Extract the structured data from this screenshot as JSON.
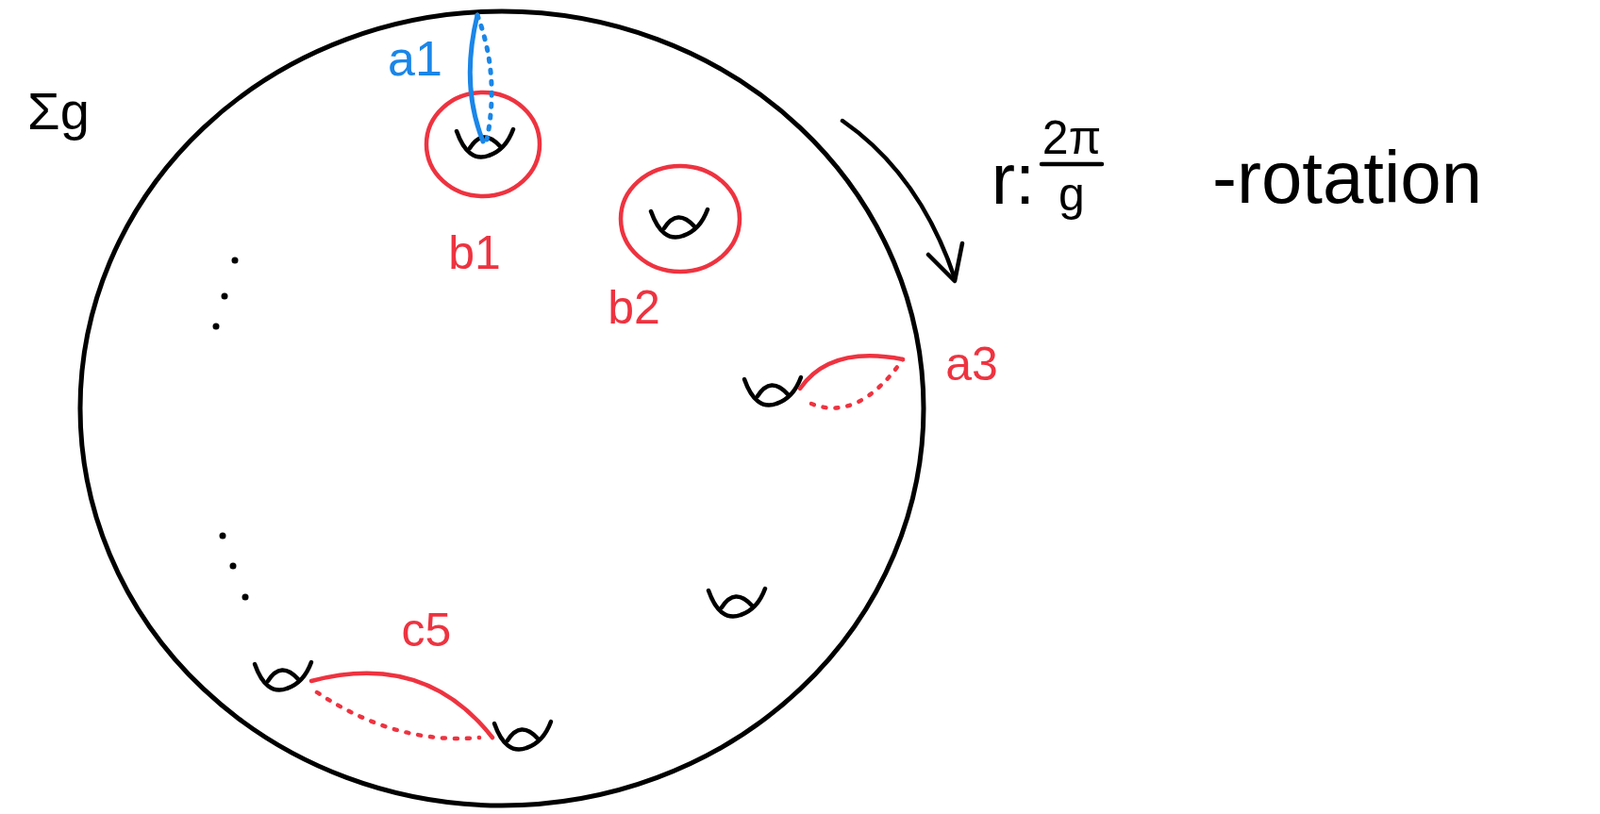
{
  "diagram": {
    "labels": [
      "Σg",
      "a1",
      "b1",
      "b2",
      "a3",
      "c5",
      "r:",
      "2π",
      "g",
      "-rotation"
    ]
  }
}
